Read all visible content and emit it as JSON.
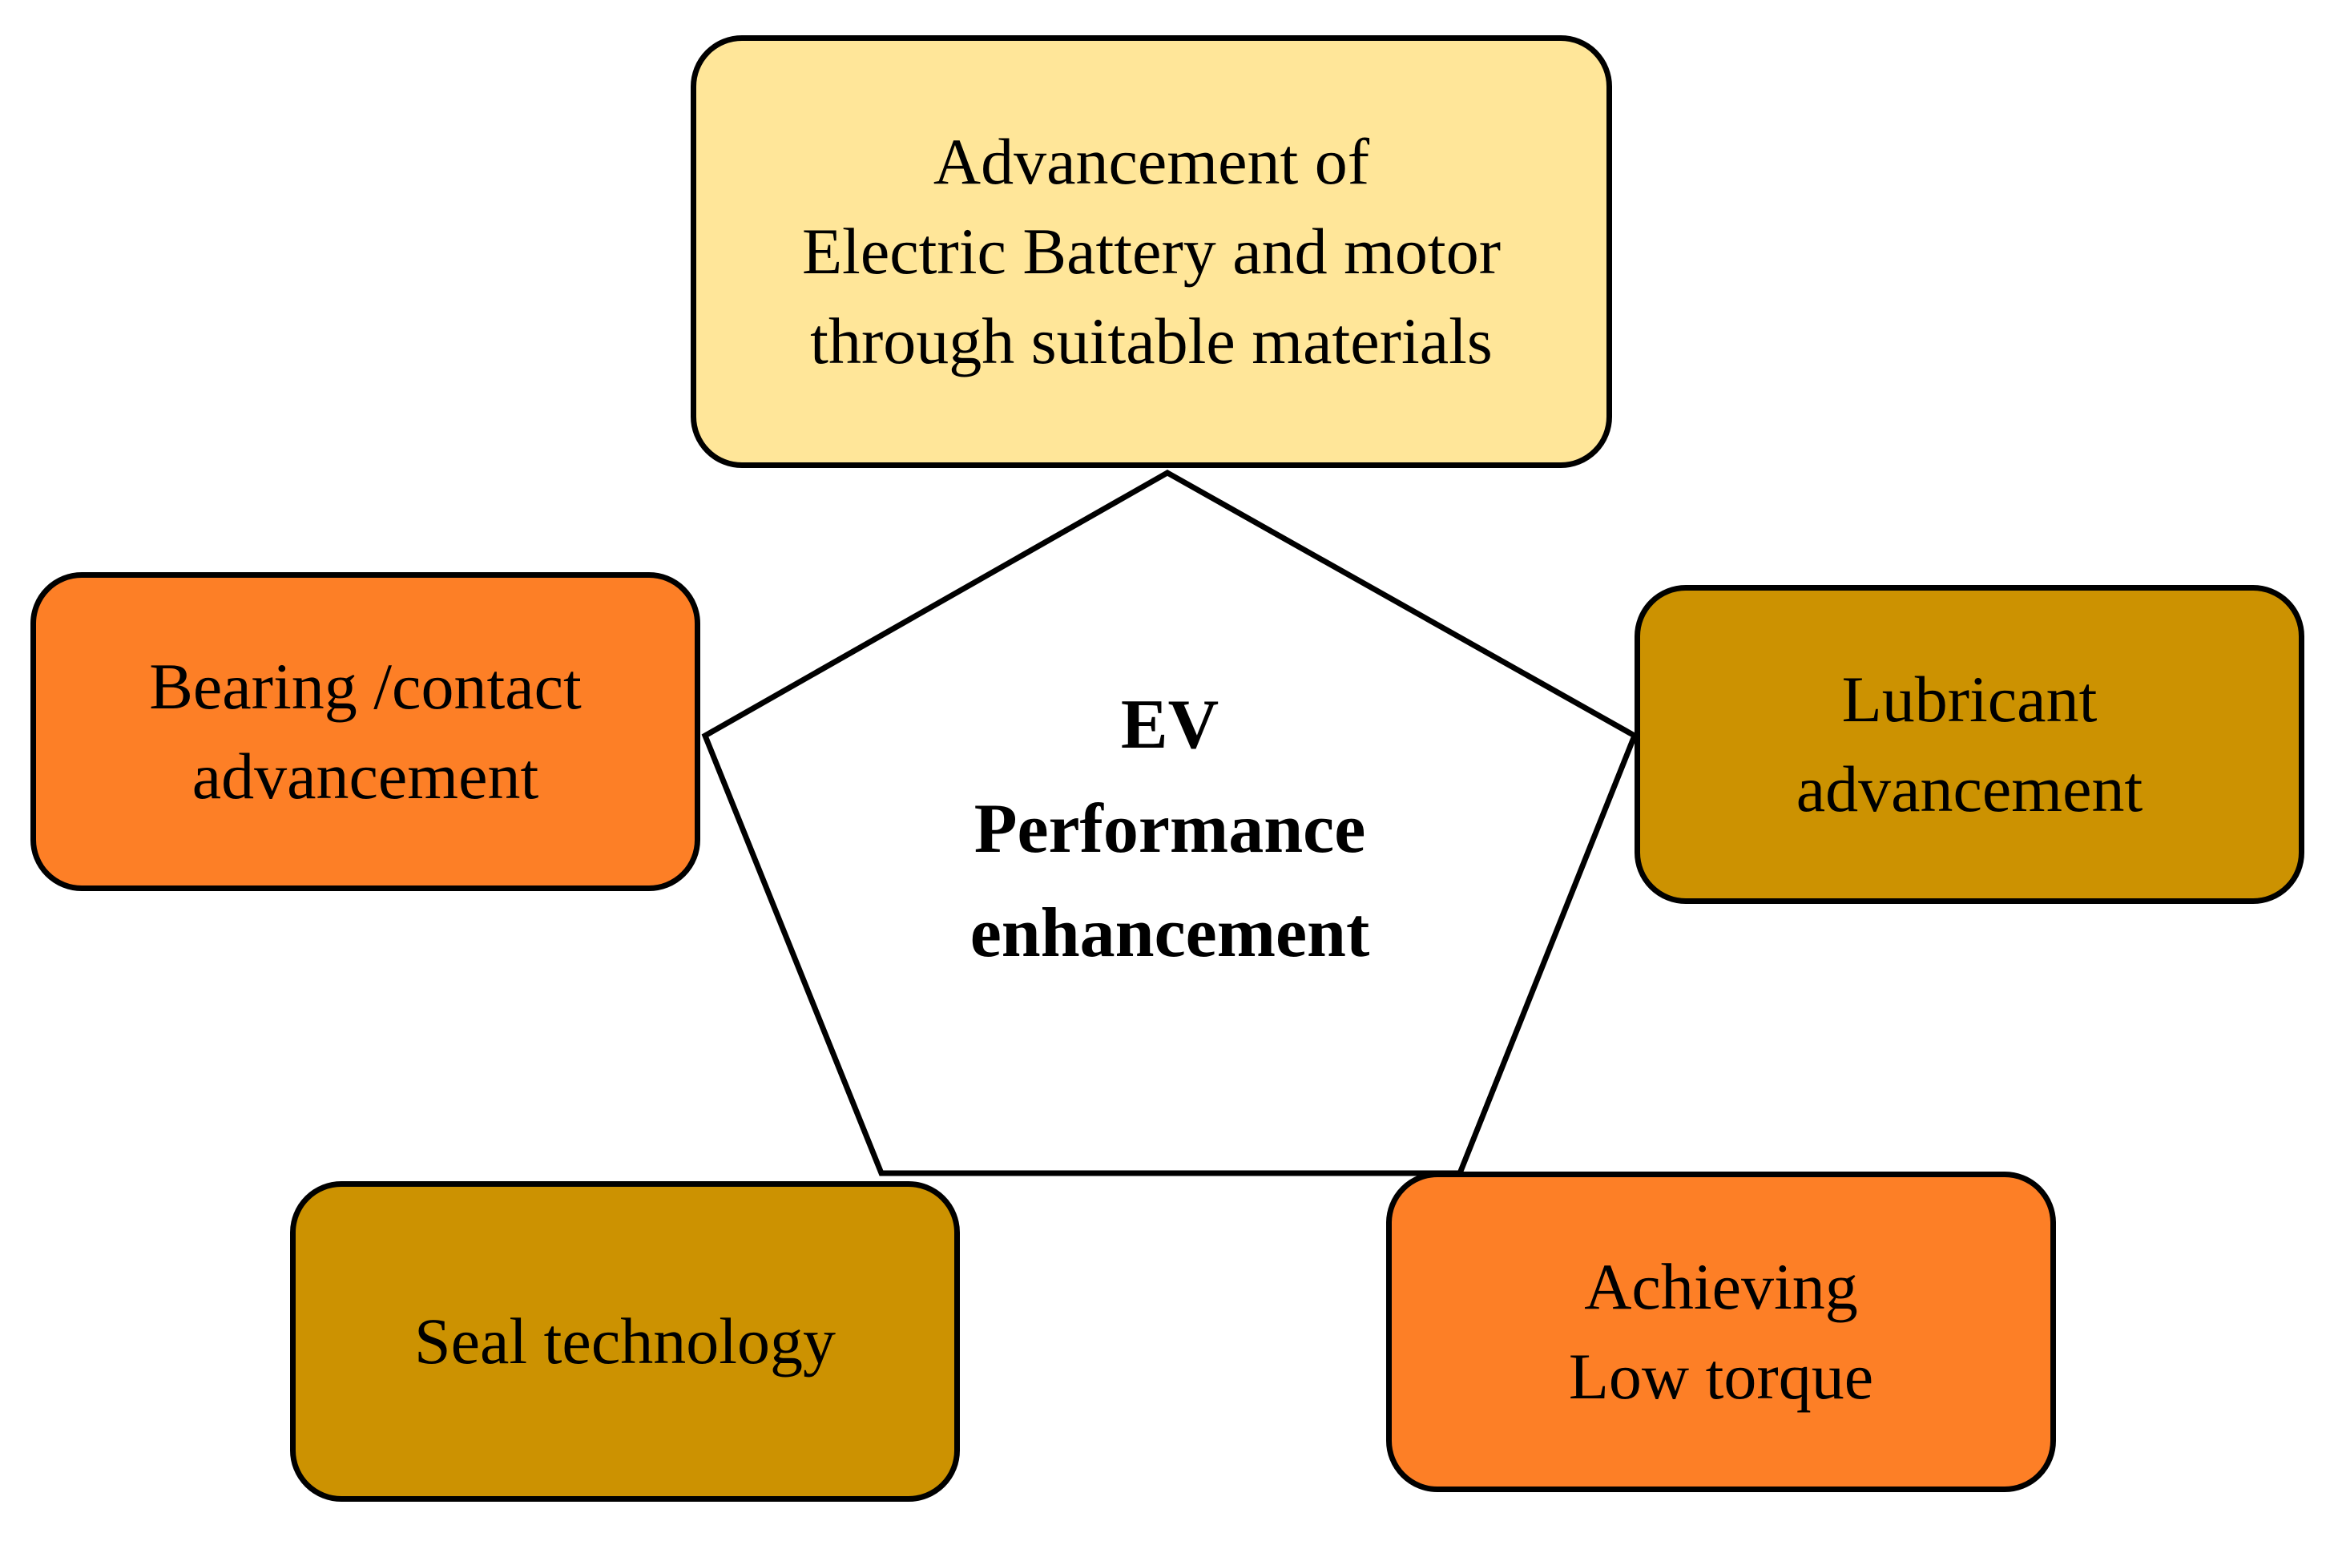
{
  "colors": {
    "top_fill": "#ffe699",
    "orange_fill": "#fd7f26",
    "gold_fill": "#cc9201",
    "outline": "#000000",
    "center_fill": "#ffffff"
  },
  "center": {
    "lines": [
      "EV",
      "Performance",
      "enhancement"
    ]
  },
  "boxes": {
    "top": {
      "lines": [
        "Advancement of",
        "Electric Battery and motor",
        "through suitable materials"
      ]
    },
    "left": {
      "lines": [
        "Bearing /contact",
        "advancement"
      ]
    },
    "right": {
      "lines": [
        "Lubricant",
        "advancement"
      ]
    },
    "bottom_left": {
      "lines": [
        "Seal technology"
      ]
    },
    "bottom_right": {
      "lines": [
        "Achieving",
        "Low torque"
      ]
    }
  }
}
